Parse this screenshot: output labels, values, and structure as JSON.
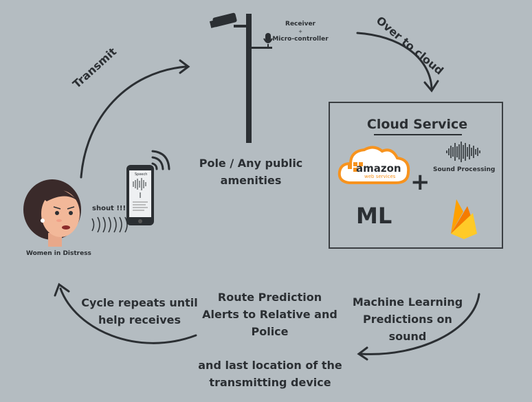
{
  "labels": {
    "transmit": "Transmit",
    "over_to_cloud": "Over to cloud",
    "receiver": "Receiver",
    "plus_small": "+",
    "micro_controller": "Micro-controller",
    "pole_line1": "Pole / Any public",
    "pole_line2": "amenities",
    "shout": "shout !!!!",
    "women_in_distress": "Women in Distress",
    "phone_speech": "Speech"
  },
  "cloud_service": {
    "title": "Cloud Service",
    "amazon": "amazon",
    "web_services": "web services",
    "sound_processing": "Sound Processing",
    "plus": "+",
    "ml": "ML"
  },
  "bottom": {
    "cycle_line1": "Cycle repeats until",
    "cycle_line2": "help receives",
    "route_line1": "Route Prediction",
    "route_line2": "Alerts to Relative and",
    "route_line3": "Police",
    "location_line1": "and last location of the",
    "location_line2": "transmitting device",
    "ml_pred_line1": "Machine Learning",
    "ml_pred_line2": "Predictions on",
    "ml_pred_line3": "sound"
  },
  "colors": {
    "background": "#b4bcc1",
    "ink": "#2b2f33",
    "aws_orange": "#f7931e",
    "firebase_yellow": "#ffca28",
    "firebase_orange": "#f57c00"
  }
}
